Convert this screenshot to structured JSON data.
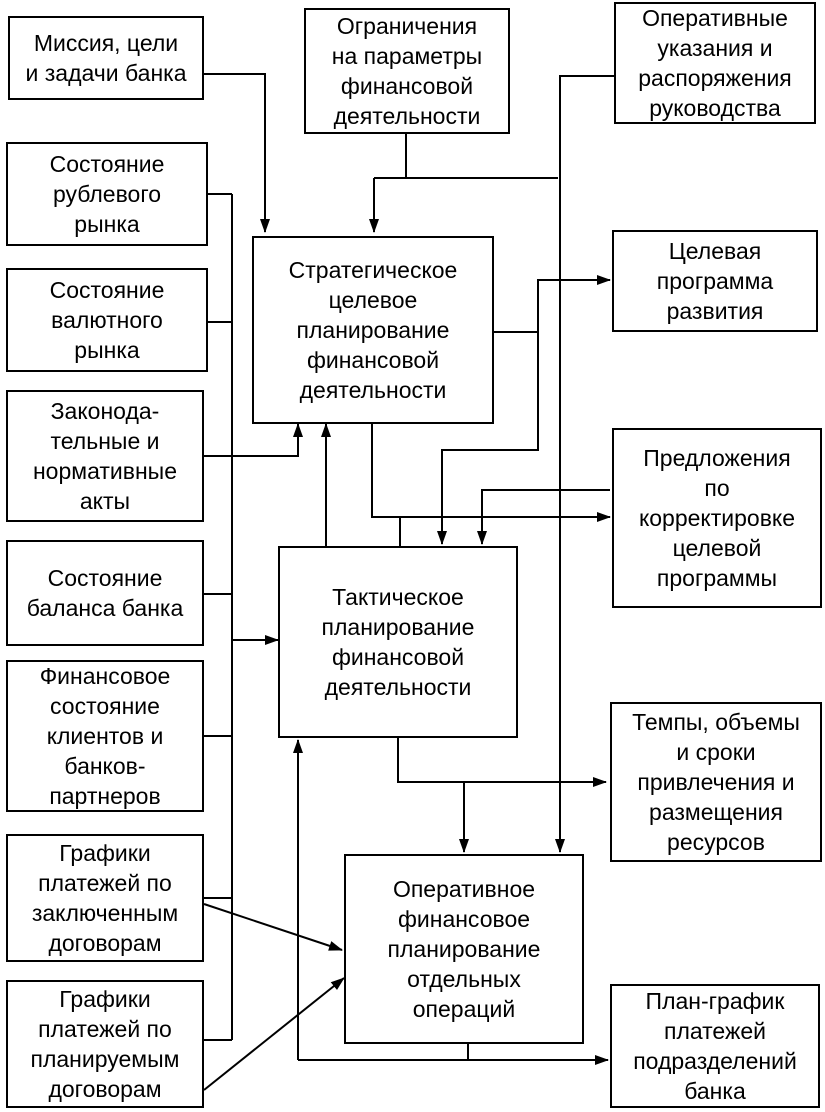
{
  "diagram": {
    "inputs": {
      "mission": "Миссия, цели\nи задачи банка",
      "ruble_market": "Состояние\nрублевого\nрынка",
      "currency_market": "Состояние\nвалютного\nрынка",
      "legislation": "Законода-\nтельные и\nнормативные\nакты",
      "balance": "Состояние\nбаланса банка",
      "clients": "Финансовое\nсостояние\nклиентов и\nбанков-\nпартнеров",
      "schedules_concluded": "Графики\nплатежей по\nзаключенным\nдоговорам",
      "schedules_planned": "Графики\nплатежей по\nпланируемым\nдоговорам"
    },
    "top": {
      "constraints": "Ограничения\nна параметры\nфинансовой\nдеятельности",
      "directives": "Оперативные\nуказания и\nраспоряжения\nруководства"
    },
    "process": {
      "strategic": "Стратегическое\nцелевое\nпланирование\nфинансовой\nдеятельности",
      "tactical": "Тактическое\nпланирование\nфинансовой\nдеятельности",
      "operational": "Оперативное\nфинансовое\nпланирование\nотдельных\nопераций"
    },
    "outputs": {
      "target_program": "Целевая\nпрограмма\nразвития",
      "corrections": "Предложения\nпо\nкорректировке\nцелевой\nпрограммы",
      "resources": "Темпы, объемы\nи сроки\nпривлечения и\nразмещения\nресурсов",
      "payment_plan": "План-график\nплатежей\nподразделений\nбанка"
    }
  }
}
